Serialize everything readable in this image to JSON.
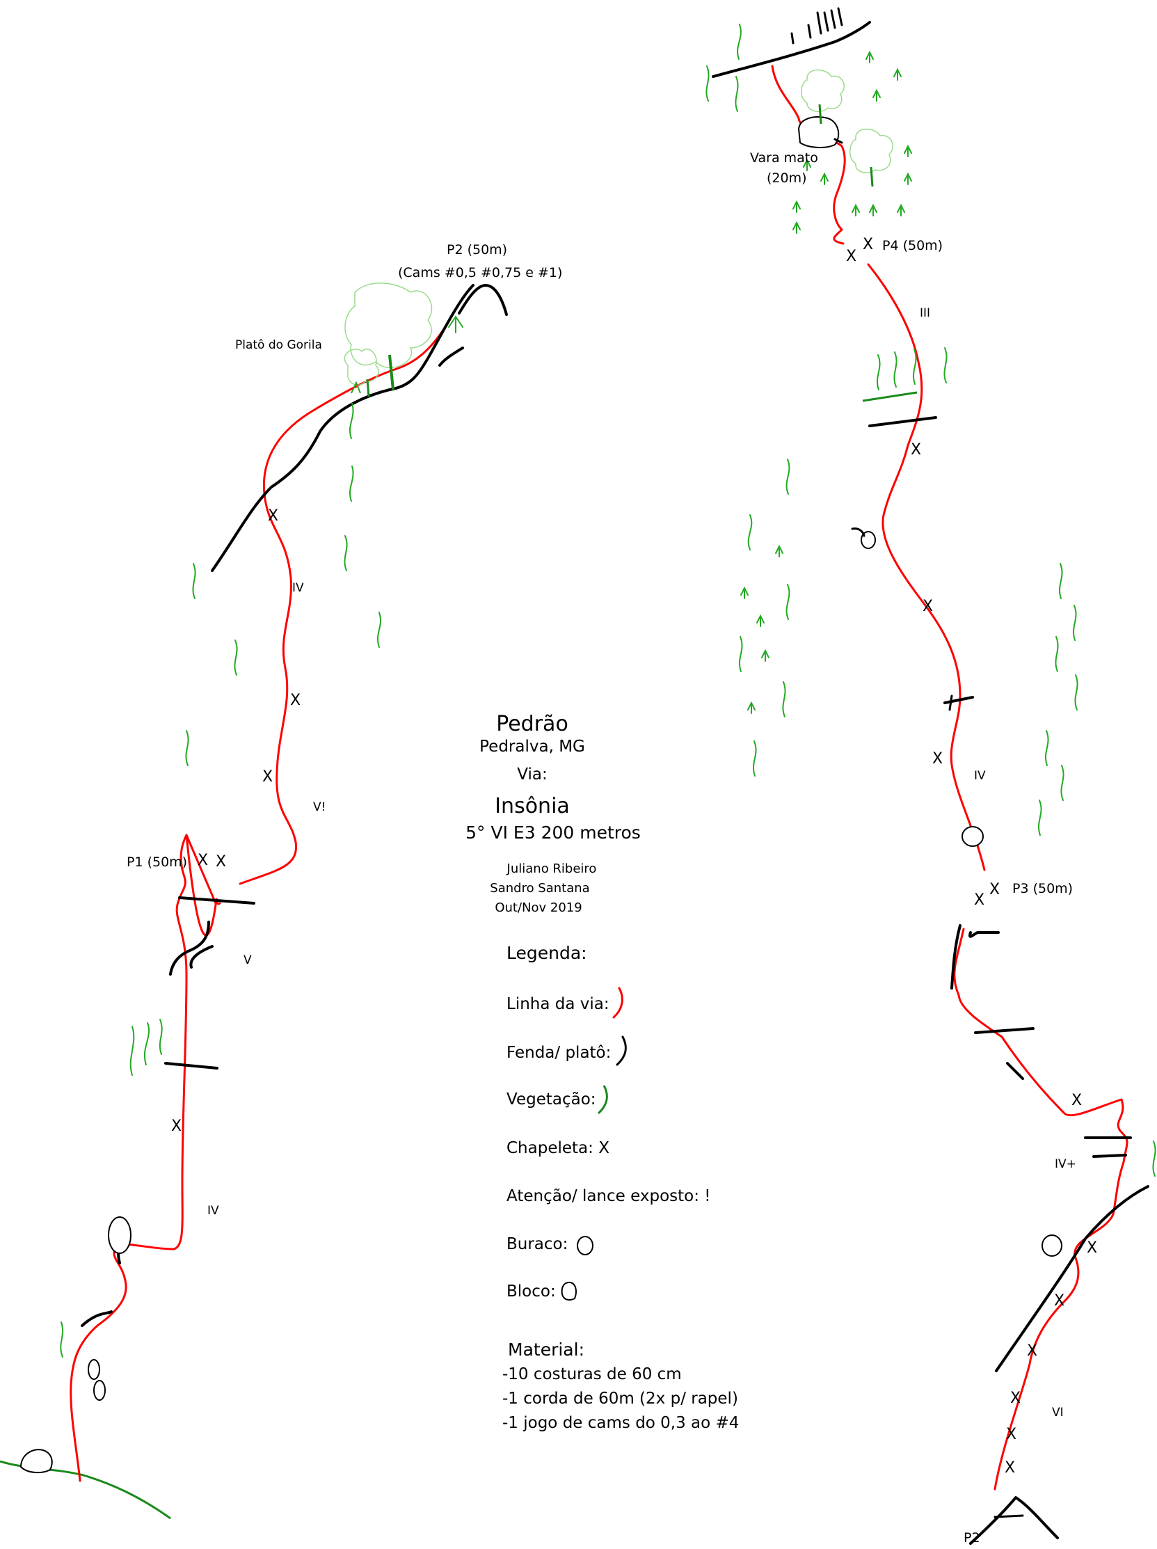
{
  "title": "Pedrão",
  "location": "Pedralva, MG",
  "via_label": "Via:",
  "route_name": "Insônia",
  "route_grade": "5° VI E3 200 metros",
  "authors": [
    "Juliano Ribeiro",
    "Sandro Santana",
    "Out/Nov 2019"
  ],
  "legend": {
    "title": "Legenda:",
    "items": [
      "Linha da via:",
      "Fenda/ platô:",
      "Vegetação:",
      "Chapeleta: X",
      "Atenção/ lance exposto: !",
      "Buraco:",
      "Bloco:"
    ]
  },
  "material": {
    "title": "Material:",
    "items": [
      "-10 costuras de 60 cm",
      "-1 corda de 60m (2x p/ rapel)",
      "-1 jogo de cams do 0,3 ao #4"
    ]
  },
  "annotations": {
    "p2_left": "P2 (50m)",
    "p2_cams": "(Cams #0,5 #0,75 e #1)",
    "plato": "Platô do Gorila",
    "p1": "P1 (50m)",
    "vara_mato": "Vara mato",
    "vara_mato_len": "(20m)",
    "p4": "P4 (50m)",
    "p3": "P3 (50m)",
    "p2_right": "P2"
  },
  "grades": {
    "left_iv_top": "IV",
    "left_v_excl": "V!",
    "left_v": "V",
    "left_iv_bottom": "IV",
    "right_iii": "III",
    "right_iv": "IV",
    "right_iv_plus": "IV+",
    "right_vi": "VI"
  },
  "bolt_symbol": "X",
  "colors": {
    "route_line": "#ff0000",
    "crack": "#000000",
    "vegetation": "#22aa22",
    "ground": "#1a8a1a"
  }
}
